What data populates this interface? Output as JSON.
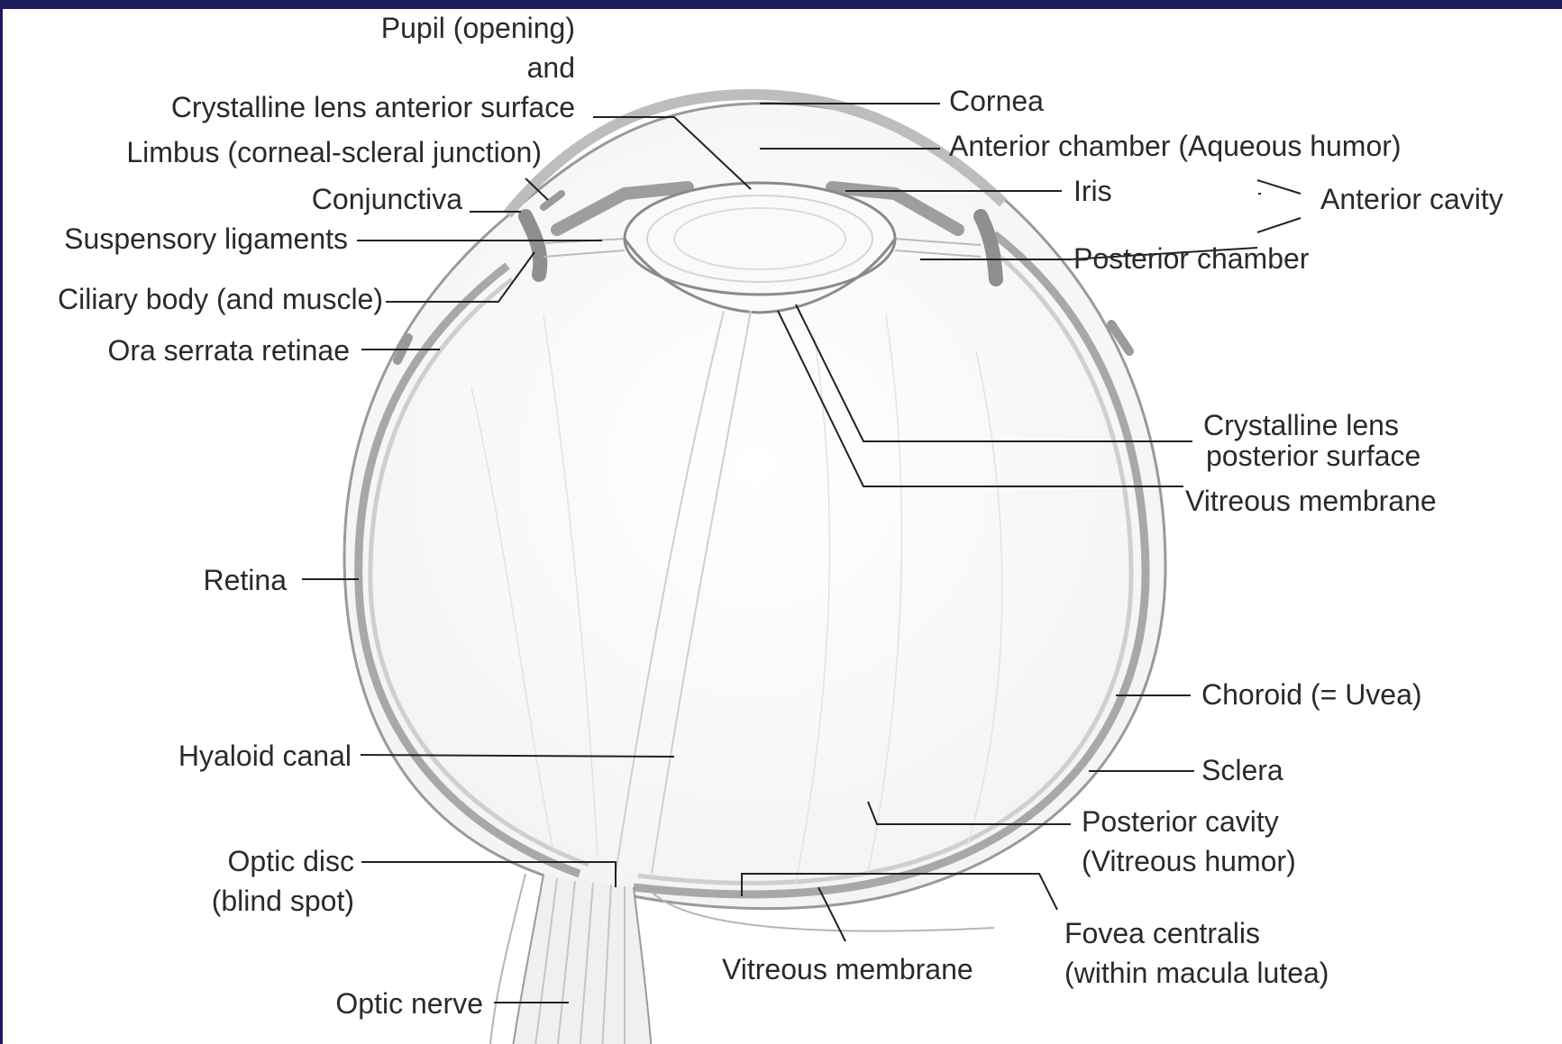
{
  "colors": {
    "frame": "#1e1c5c",
    "background": "#ffffff",
    "ink": "#2a2a2a",
    "tissue": "#b5b5b5"
  },
  "labels": {
    "pupil_1": "Pupil (opening)",
    "pupil_2": "and",
    "lens_anterior": "Crystalline lens anterior surface",
    "limbus": "Limbus (corneal-scleral junction)",
    "conjunctiva": "Conjunctiva",
    "suspensory": "Suspensory ligaments",
    "ciliary": "Ciliary body (and muscle)",
    "ora": "Ora serrata retinae",
    "retina": "Retina",
    "hyaloid": "Hyaloid canal",
    "optic_disc_1": "Optic disc",
    "optic_disc_2": "(blind spot)",
    "optic_nerve": "Optic nerve",
    "cornea": "Cornea",
    "anterior_chamber": "Anterior chamber (Aqueous humor)",
    "iris": "Iris",
    "anterior_cavity": "Anterior cavity",
    "posterior_chamber": "Posterior chamber",
    "lens_posterior_1": "Crystalline lens",
    "lens_posterior_2": "posterior surface",
    "vitreous_membrane_right": "Vitreous membrane",
    "choroid": "Choroid (= Uvea)",
    "sclera": "Sclera",
    "posterior_cavity_1": "Posterior cavity",
    "posterior_cavity_2": "(Vitreous humor)",
    "fovea_1": "Fovea centralis",
    "fovea_2": "(within macula lutea)",
    "vitreous_membrane_bottom": "Vitreous membrane"
  }
}
